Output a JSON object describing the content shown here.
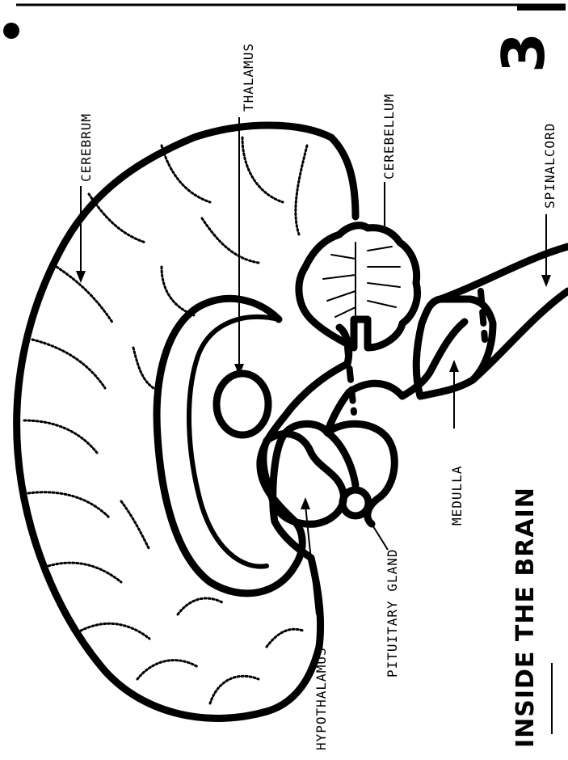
{
  "page_number": "3",
  "title": "INSIDE THE BRAIN",
  "labels": {
    "cerebrum": "CEREBRUM",
    "thalamus": "THALAMUS",
    "cerebellum": "CEREBELLUM",
    "spinal_cord": "SPINALCORD",
    "medulla": "MEDULLA",
    "pituitary_gland": "PITUITARY GLAND",
    "hypothalamus": "HYPOTHALAMUS"
  }
}
